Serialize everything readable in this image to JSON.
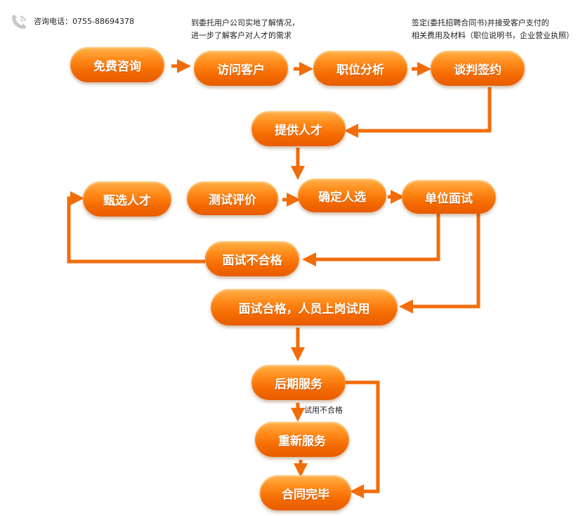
{
  "header": {
    "contact_label": "咨询电话：0755-88694378"
  },
  "notes": {
    "visit_line1": "到委托用户公司实地了解情况，",
    "visit_line2": "进一步了解客户对人才的需求",
    "sign_line1": "签定(委托招聘合同书)并接受客户支付的",
    "sign_line2": "相关费用及材料（职位说明书，企业营业执照）"
  },
  "steps": {
    "free_consult": "免费咨询",
    "visit_client": "访问客户",
    "job_analysis": "职位分析",
    "negotiate_sign": "谈判签约",
    "provide_talent": "提供人才",
    "screen_talent": "甄选人才",
    "test_evaluate": "测试评价",
    "confirm_candidate": "确定人选",
    "employer_interview": "单位面试",
    "interview_fail": "面试不合格",
    "interview_pass": "面试合格，人员上岗试用",
    "after_service": "后期服务",
    "re_service": "重新服务",
    "contract_done": "合同完毕"
  },
  "labels": {
    "trial_fail": "试用不合格"
  },
  "colors": {
    "arrow": "#f26d0a",
    "pill_top": "#ffb24a",
    "pill_bottom": "#e85c00"
  }
}
